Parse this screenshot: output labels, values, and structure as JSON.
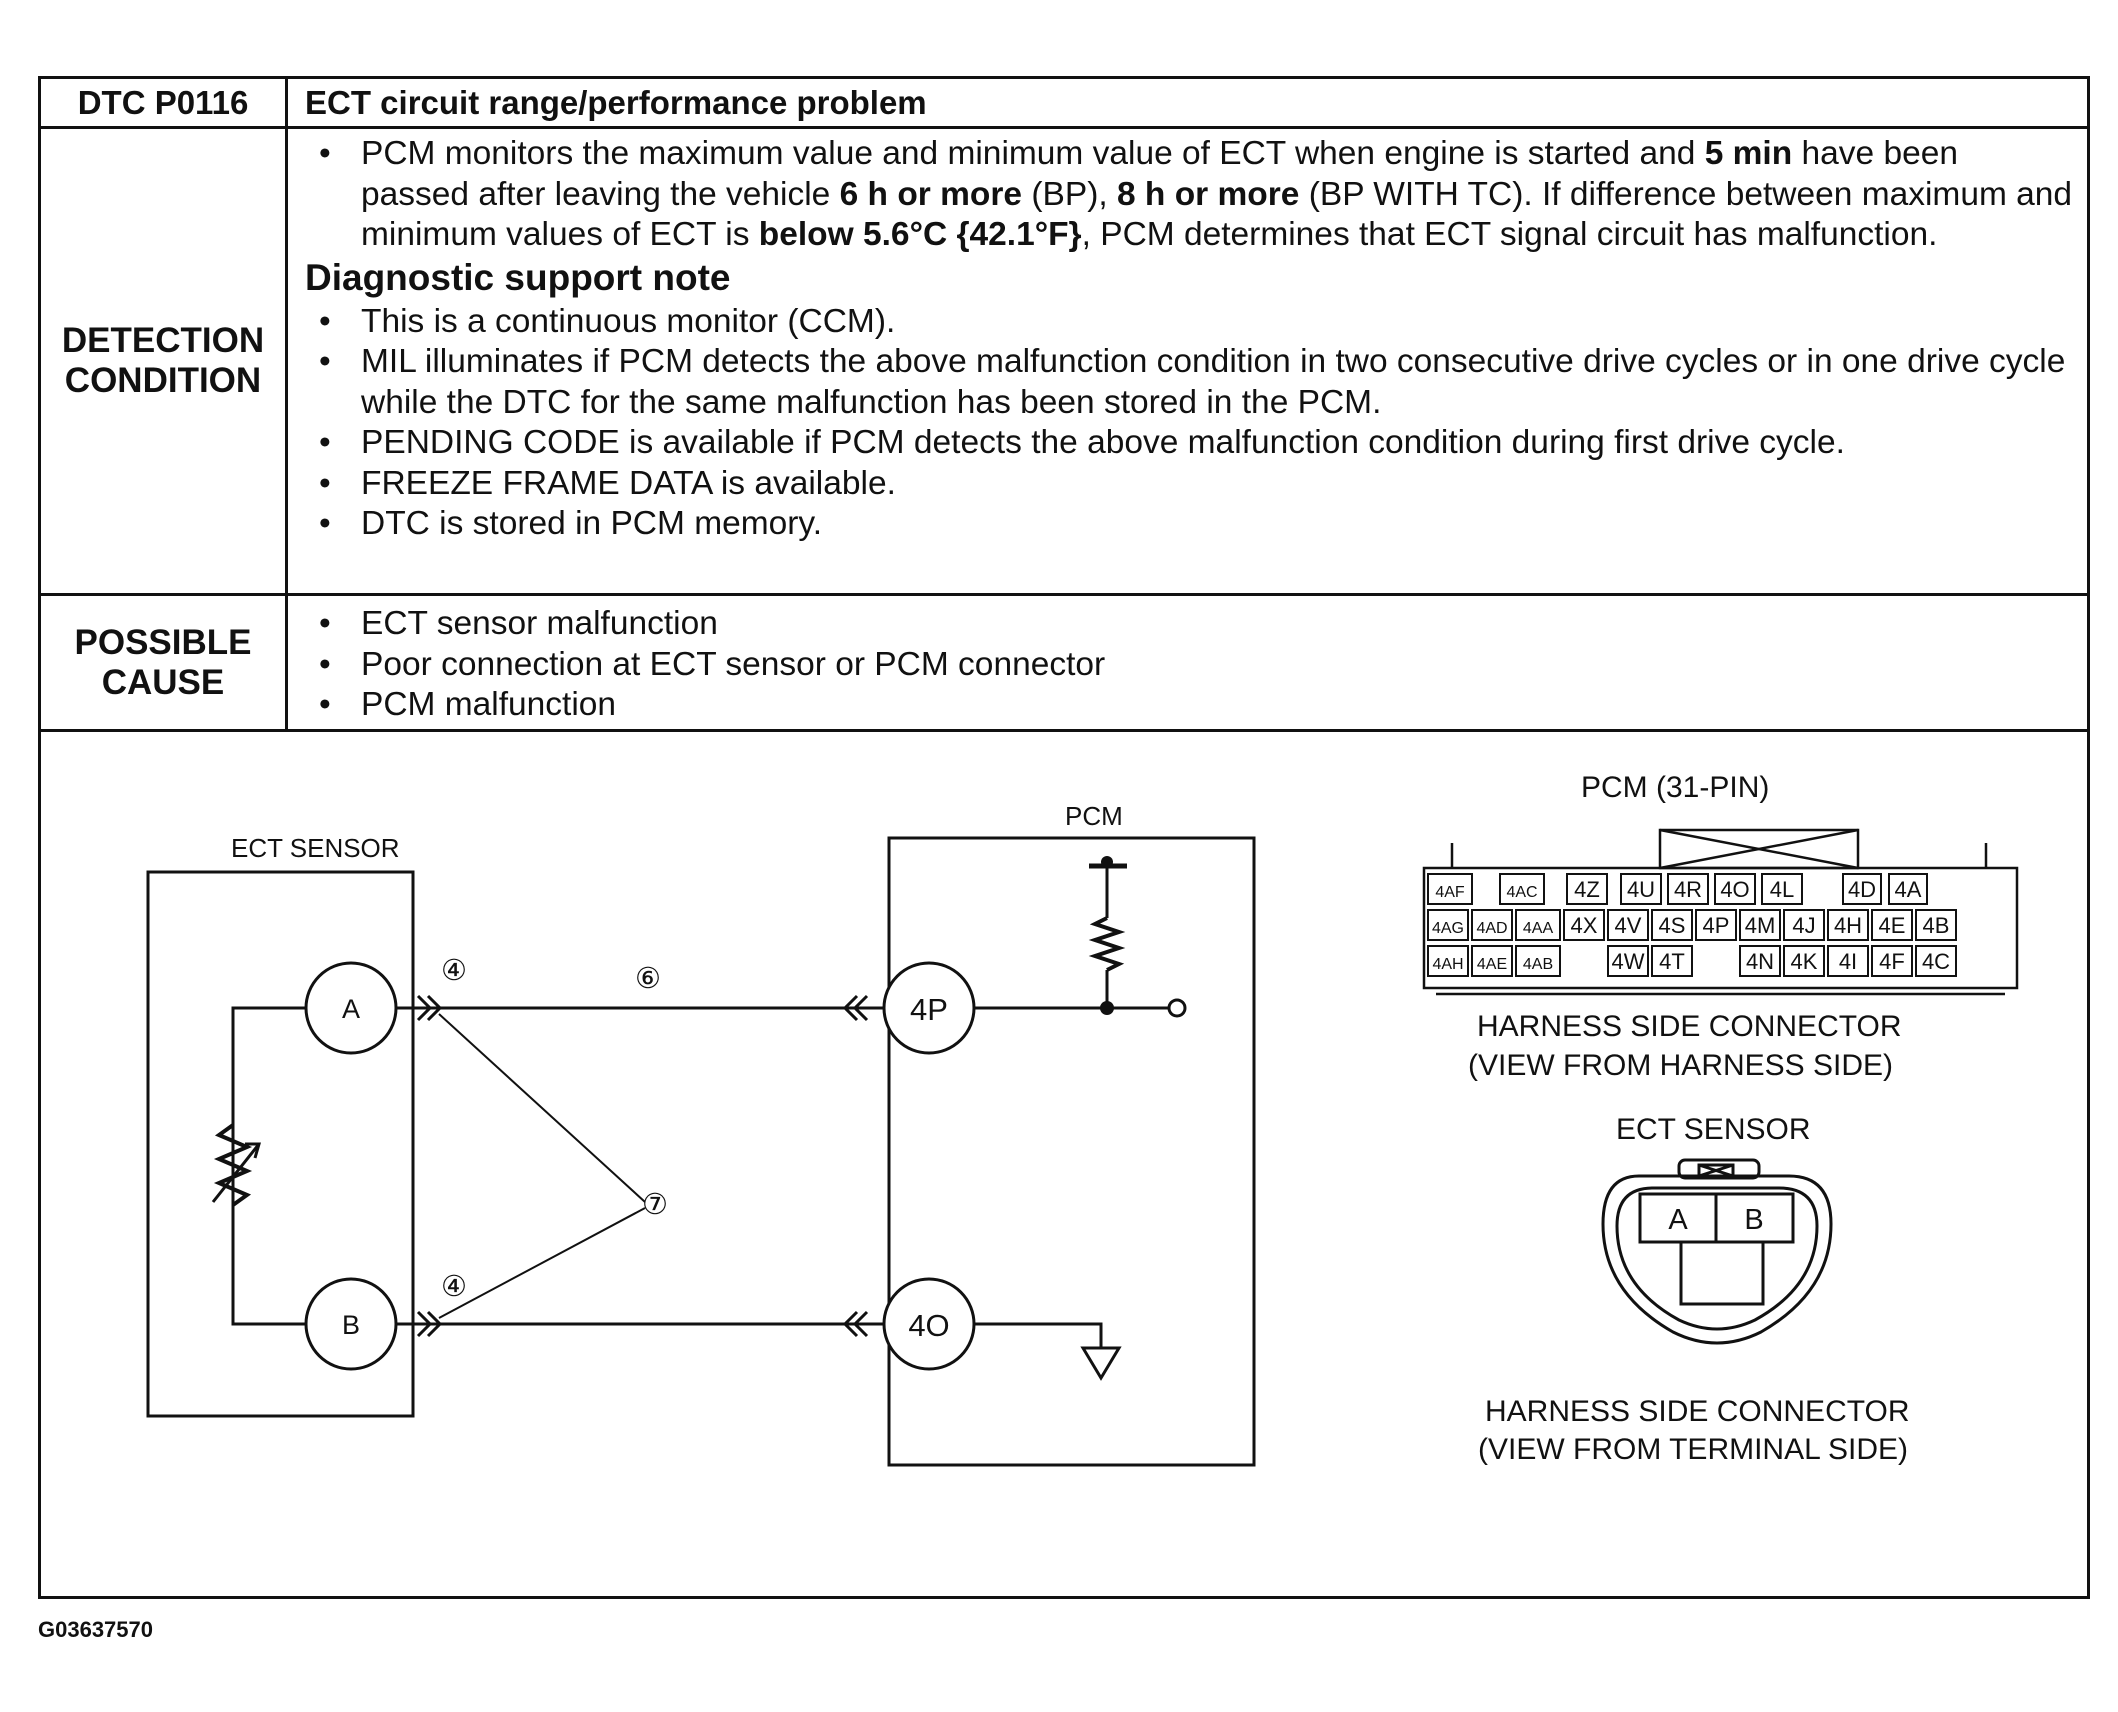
{
  "header": {
    "dtc_code": "DTC P0116",
    "dtc_title": "ECT circuit range/performance problem"
  },
  "detection": {
    "label_line1": "DETECTION",
    "label_line2": "CONDITION",
    "main_bullet": {
      "t1": "PCM monitors the maximum value and minimum value of ECT when engine is started and ",
      "b1": "5 min",
      "t2": " have been passed after leaving the vehicle ",
      "b2": "6 h or more",
      "t3": " (BP), ",
      "b3": "8 h or more",
      "t4": " (BP WITH TC). If difference between maximum and minimum values of ECT is ",
      "b4": "below 5.6°C {42.1°F}",
      "t5": ", PCM determines that ECT signal circuit has malfunction."
    },
    "support_title": "Diagnostic support note",
    "support_items": [
      "This is a continuous monitor (CCM).",
      "MIL illuminates if PCM detects the above malfunction condition in two consecutive drive cycles or in one drive cycle while the DTC for the same malfunction has been stored in the PCM.",
      "PENDING CODE is available if PCM detects the above malfunction condition during first drive cycle.",
      "FREEZE FRAME DATA is available.",
      "DTC is stored in PCM memory."
    ]
  },
  "cause": {
    "label_line1": "POSSIBLE",
    "label_line2": "CAUSE",
    "items": [
      "ECT sensor malfunction",
      "Poor connection at ECT sensor or PCM connector",
      "PCM malfunction"
    ]
  },
  "diagram": {
    "ect_sensor_label": "ECT SENSOR",
    "pcm_label": "PCM",
    "terminal_a": "A",
    "terminal_b": "B",
    "pin_4p": "4P",
    "pin_4o": "4O",
    "callout_4_top": "④",
    "callout_4_bottom": "④",
    "callout_6": "⑥",
    "callout_7": "⑦",
    "pcm_connector_title": "PCM (31-PIN)",
    "pcm_pins_row1": [
      "4AF",
      "4AC",
      "4Z",
      "4U",
      "4R",
      "4O",
      "4L",
      "4D",
      "4A"
    ],
    "pcm_pins_row2": [
      "4AG",
      "4AD",
      "4AA",
      "4X",
      "4V",
      "4S",
      "4P",
      "4M",
      "4J",
      "4H",
      "4E",
      "4B"
    ],
    "pcm_pins_row3": [
      "4AH",
      "4AE",
      "4AB",
      "4W",
      "4T",
      "4N",
      "4K",
      "4I",
      "4F",
      "4C"
    ],
    "harness_caption_1": "HARNESS SIDE CONNECTOR",
    "harness_caption_2": "(VIEW FROM HARNESS SIDE)",
    "ect_connector_title": "ECT SENSOR",
    "ect_pin_a": "A",
    "ect_pin_b": "B",
    "terminal_caption_1": "HARNESS SIDE CONNECTOR",
    "terminal_caption_2": "(VIEW FROM TERMINAL SIDE)"
  },
  "footer": {
    "figure_code": "G03637570"
  }
}
